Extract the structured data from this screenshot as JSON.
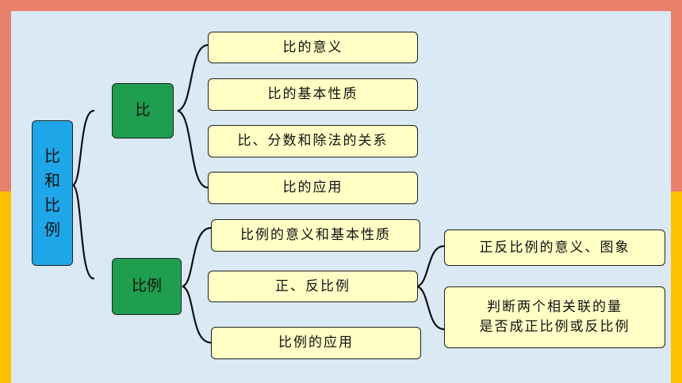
{
  "root": {
    "chars": [
      "比",
      "和",
      "比",
      "例"
    ]
  },
  "branches": [
    {
      "label": "比",
      "items": [
        "比的意义",
        "比的基本性质",
        "比、分数和除法的关系",
        "比的应用"
      ]
    },
    {
      "label": "比例",
      "items": [
        "比例的意义和基本性质",
        "正、反比例",
        "比例的应用"
      ],
      "sub": {
        "items": [
          {
            "lines": [
              "正反比例的意义、图象"
            ]
          },
          {
            "lines": [
              "判断两个相关联的量",
              "是否成正比例或反比例"
            ]
          }
        ]
      }
    }
  ],
  "colors": {
    "top_band": "#E8806C",
    "bottom_band": "#FFC000",
    "panel": "#DAE9F3",
    "root_fill": "#1FA6E8",
    "branch_fill": "#1E9E4E",
    "leaf_fill": "#FFFFC6"
  }
}
